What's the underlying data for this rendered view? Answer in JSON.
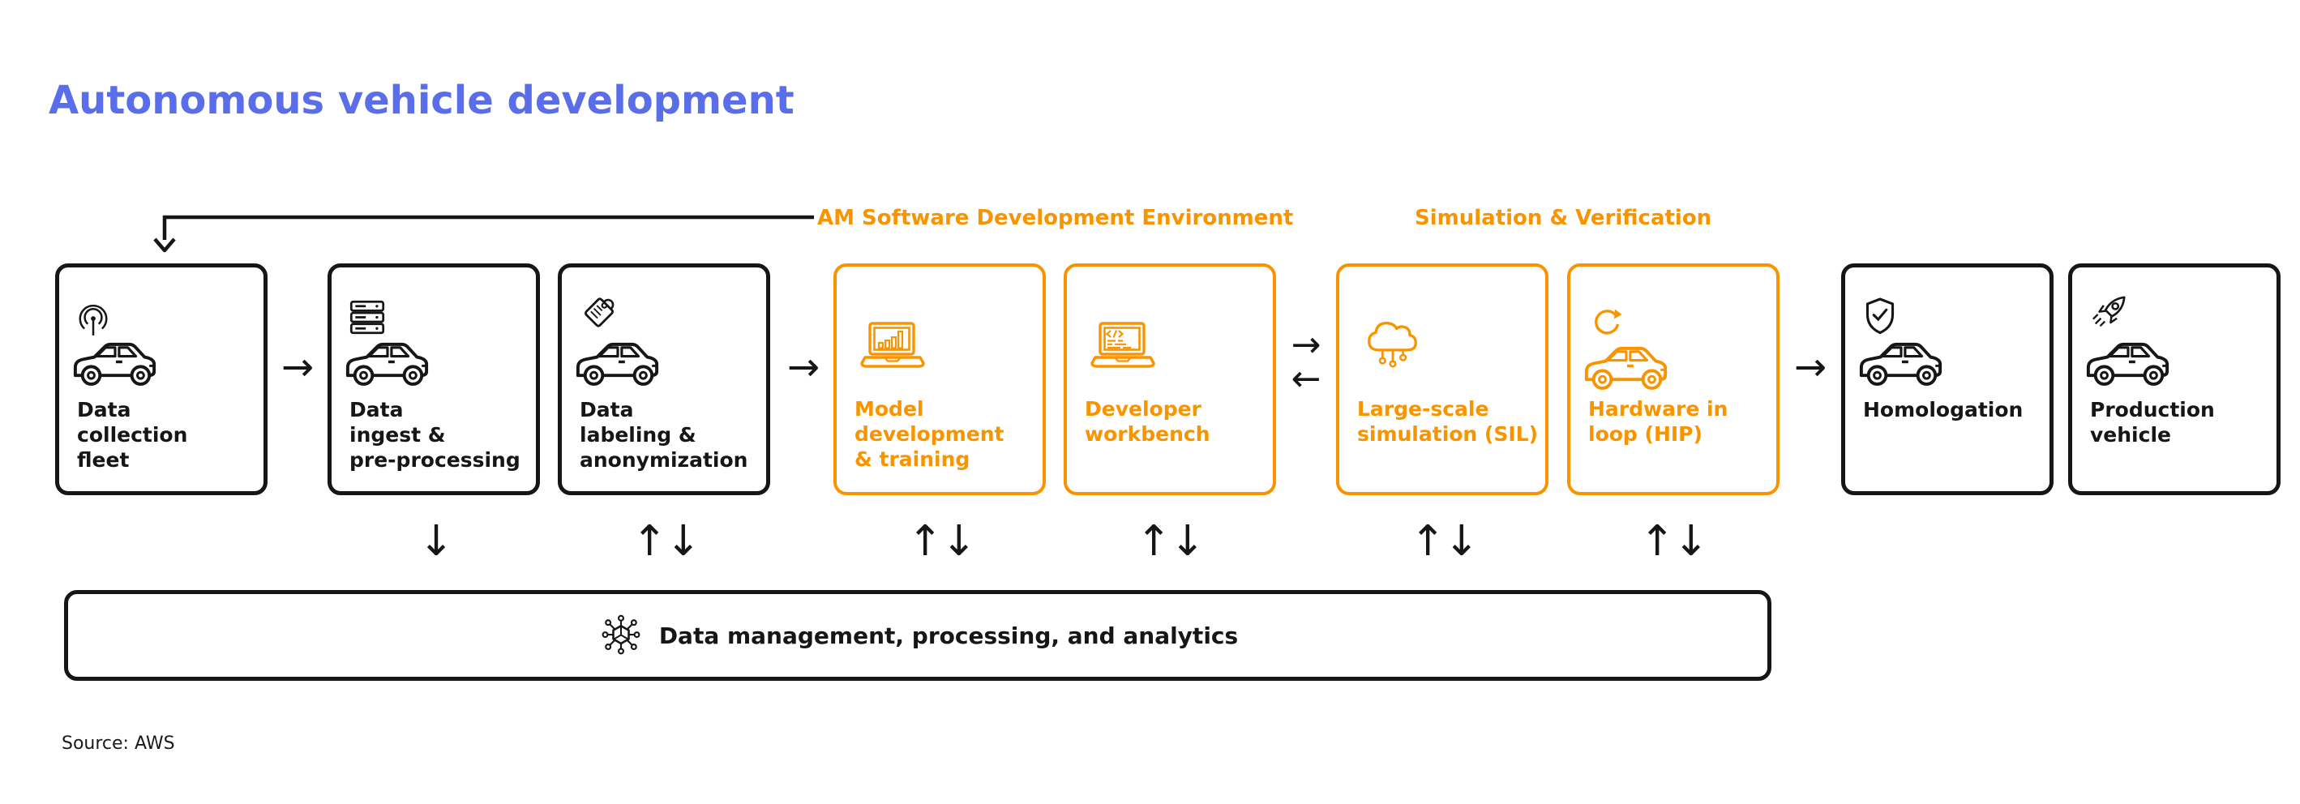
{
  "title": "Autonomous vehicle development",
  "source_note": "Source: AWS",
  "section_labels": {
    "sde": "AM Software Development Environment",
    "simver": "Simulation & Verification"
  },
  "stages": [
    {
      "id": "data-collection-fleet",
      "label": "Data\ncollection\nfleet",
      "variant": "black",
      "icon": "broadcast-icon"
    },
    {
      "id": "data-ingest",
      "label": "Data\ningest &\npre-processing",
      "variant": "black",
      "icon": "servers-icon"
    },
    {
      "id": "data-labeling",
      "label": "Data\nlabeling &\nanonymization",
      "variant": "black",
      "icon": "tag-icon"
    },
    {
      "id": "model-development",
      "label": "Model\ndevelopment\n& training",
      "variant": "orange",
      "icon": "laptop-chart-icon"
    },
    {
      "id": "developer-workbench",
      "label": "Developer\nworkbench",
      "variant": "orange",
      "icon": "laptop-code-icon"
    },
    {
      "id": "large-scale-simulation",
      "label": "Large-scale\nsimulation (SIL)",
      "variant": "orange",
      "icon": "cloud-iot-icon"
    },
    {
      "id": "hardware-in-loop",
      "label": "Hardware in\nloop (HIP)",
      "variant": "orange",
      "icon": "refresh-icon"
    },
    {
      "id": "homologation",
      "label": "Homologation",
      "variant": "black",
      "icon": "shield-check-icon"
    },
    {
      "id": "production-vehicle",
      "label": "Production\nvehicle",
      "variant": "black",
      "icon": "rocket-icon"
    }
  ],
  "bottom_bar": {
    "label": "Data management, processing, and analytics",
    "icon": "network-hub-icon"
  },
  "glyphs": {
    "right": "→",
    "left": "←",
    "down": "↓",
    "up_down": "↑↓"
  },
  "colors": {
    "accent_orange": "#F79400",
    "title_blue": "#5B6EE9",
    "ink": "#161616"
  }
}
